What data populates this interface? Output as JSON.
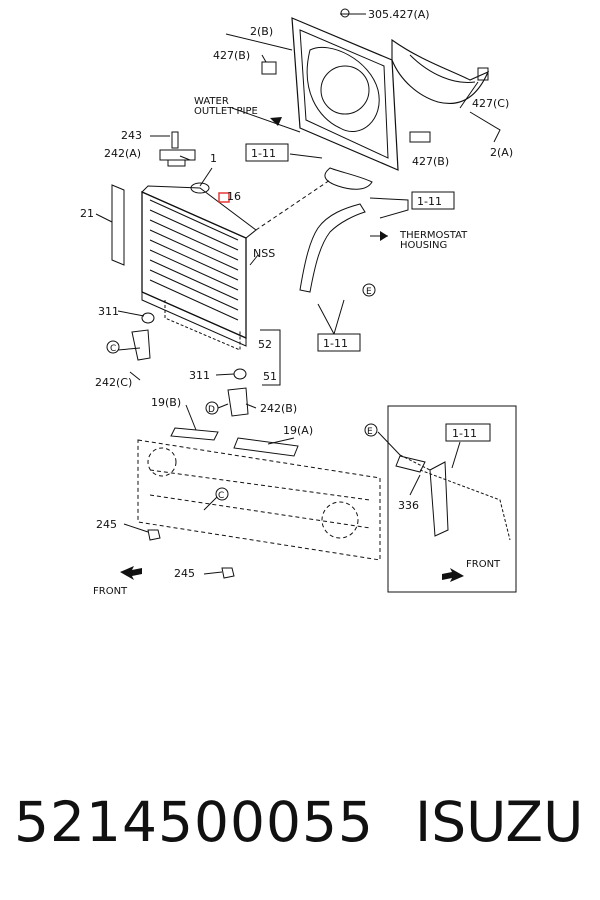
{
  "diagram": {
    "labels": {
      "l_305_427a": "305.427(A)",
      "l_2b": "2(B)",
      "l_427b_top": "427(B)",
      "l_427c": "427(C)",
      "l_2a": "2(A)",
      "l_427b_right": "427(B)",
      "l_water1": "WATER",
      "l_water2": "OUTLET PIPE",
      "l_243": "243",
      "l_242a": "242(A)",
      "l_1": "1",
      "l_16": "16",
      "l_21": "21",
      "l_nss": "NSS",
      "l_thermo1": "THERMOSTAT",
      "l_thermo2": "HOUSING",
      "l_e": "E",
      "l_311a": "311",
      "l_c": "C",
      "l_242c": "242(C)",
      "l_52": "52",
      "l_51": "51",
      "l_311b": "311",
      "l_d": "D",
      "l_242b": "242(B)",
      "l_19b": "19(B)",
      "l_19a": "19(A)",
      "l_c2": "C",
      "l_245a": "245",
      "l_245b": "245",
      "l_front_left": "FRONT",
      "l_inset_e": "E",
      "l_336": "336",
      "l_front_right": "FRONT"
    },
    "ref_boxes": {
      "r_111_a": "1-11",
      "r_111_b": "1-11",
      "r_111_c": "1-11",
      "r_111_inset": "1-11"
    }
  },
  "footer": {
    "part_number": "5214500055",
    "brand": "ISUZU"
  },
  "colors": {
    "line": "#111111",
    "highlight": "#e53935"
  }
}
